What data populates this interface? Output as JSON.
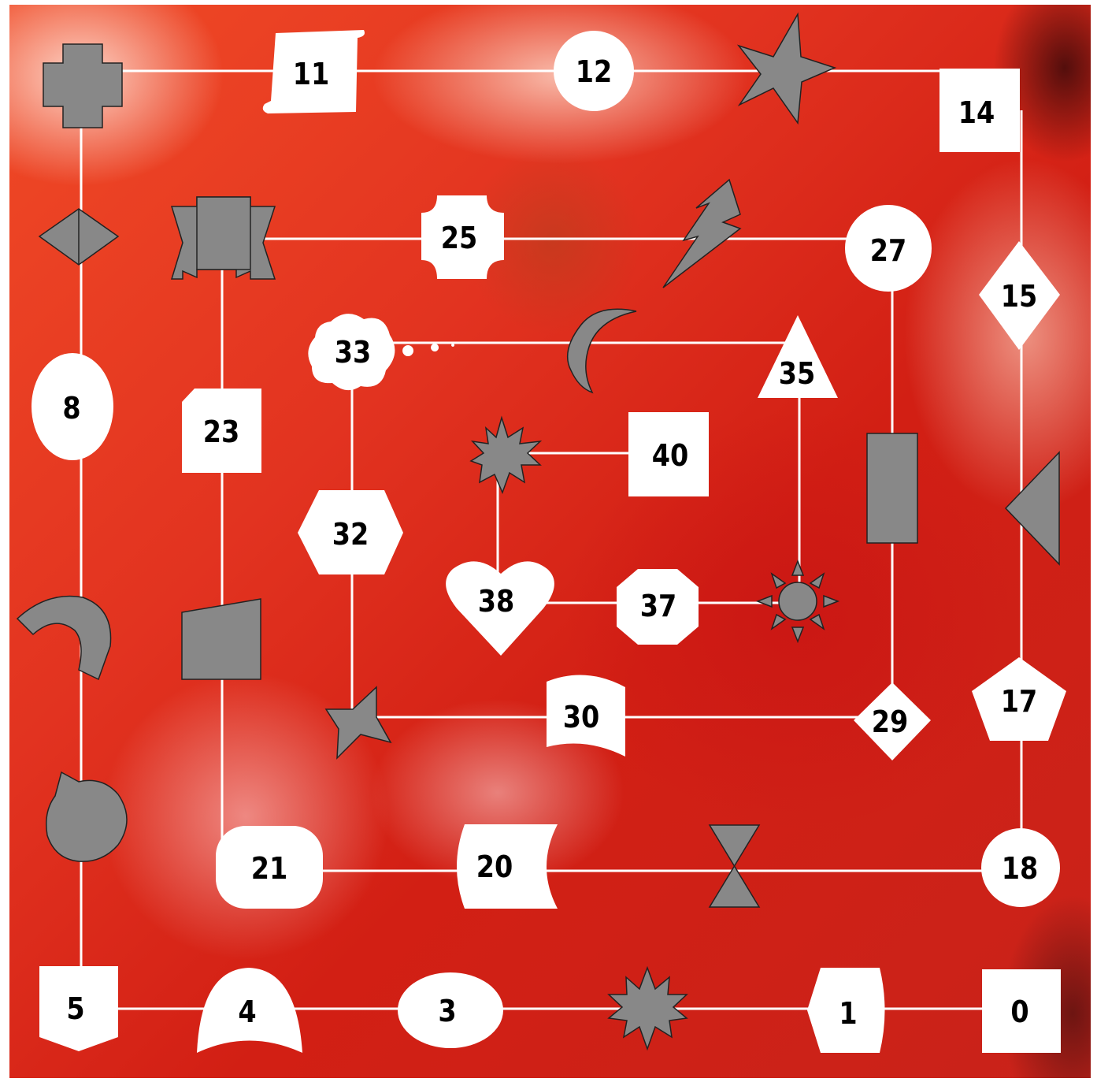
{
  "board": {
    "background": "fetus-photo",
    "line_color": "#ffffff",
    "filled_shape_color": "#888888",
    "numbered_shape_color": "#ffffff",
    "text_color": "#000000"
  },
  "squares": [
    {
      "label": "0",
      "shape": "square"
    },
    {
      "label": "1",
      "shape": "barrel"
    },
    {
      "label": "",
      "shape": "gray-explosion"
    },
    {
      "label": "3",
      "shape": "ellipse"
    },
    {
      "label": "4",
      "shape": "arch"
    },
    {
      "label": "5",
      "shape": "pentagon-arrow"
    },
    {
      "label": "",
      "shape": "gray-teardrop"
    },
    {
      "label": "",
      "shape": "gray-arc"
    },
    {
      "label": "8",
      "shape": "oval"
    },
    {
      "label": "",
      "shape": "gray-diamond"
    },
    {
      "label": "",
      "shape": "gray-cross"
    },
    {
      "label": "11",
      "shape": "scroll"
    },
    {
      "label": "12",
      "shape": "circle"
    },
    {
      "label": "",
      "shape": "gray-star"
    },
    {
      "label": "14",
      "shape": "square"
    },
    {
      "label": "15",
      "shape": "diamond"
    },
    {
      "label": "",
      "shape": "gray-triangle"
    },
    {
      "label": "17",
      "shape": "pentagon"
    },
    {
      "label": "18",
      "shape": "circle"
    },
    {
      "label": "",
      "shape": "gray-hourglass"
    },
    {
      "label": "20",
      "shape": "wave-tab"
    },
    {
      "label": "21",
      "shape": "rounded-rect"
    },
    {
      "label": "",
      "shape": "gray-trapezoid"
    },
    {
      "label": "23",
      "shape": "snipped-rect"
    },
    {
      "label": "",
      "shape": "gray-ribbon"
    },
    {
      "label": "25",
      "shape": "plaque"
    },
    {
      "label": "",
      "shape": "gray-lightning"
    },
    {
      "label": "27",
      "shape": "circle"
    },
    {
      "label": "",
      "shape": "gray-rectangle"
    },
    {
      "label": "29",
      "shape": "diamond"
    },
    {
      "label": "30",
      "shape": "flag"
    },
    {
      "label": "",
      "shape": "gray-four-point-star"
    },
    {
      "label": "32",
      "shape": "hexagon"
    },
    {
      "label": "33",
      "shape": "cloud"
    },
    {
      "label": "",
      "shape": "gray-moon"
    },
    {
      "label": "35",
      "shape": "triangle"
    },
    {
      "label": "",
      "shape": "gray-sun"
    },
    {
      "label": "37",
      "shape": "octagon"
    },
    {
      "label": "38",
      "shape": "heart"
    },
    {
      "label": "",
      "shape": "gray-starburst"
    },
    {
      "label": "40",
      "shape": "square"
    }
  ]
}
